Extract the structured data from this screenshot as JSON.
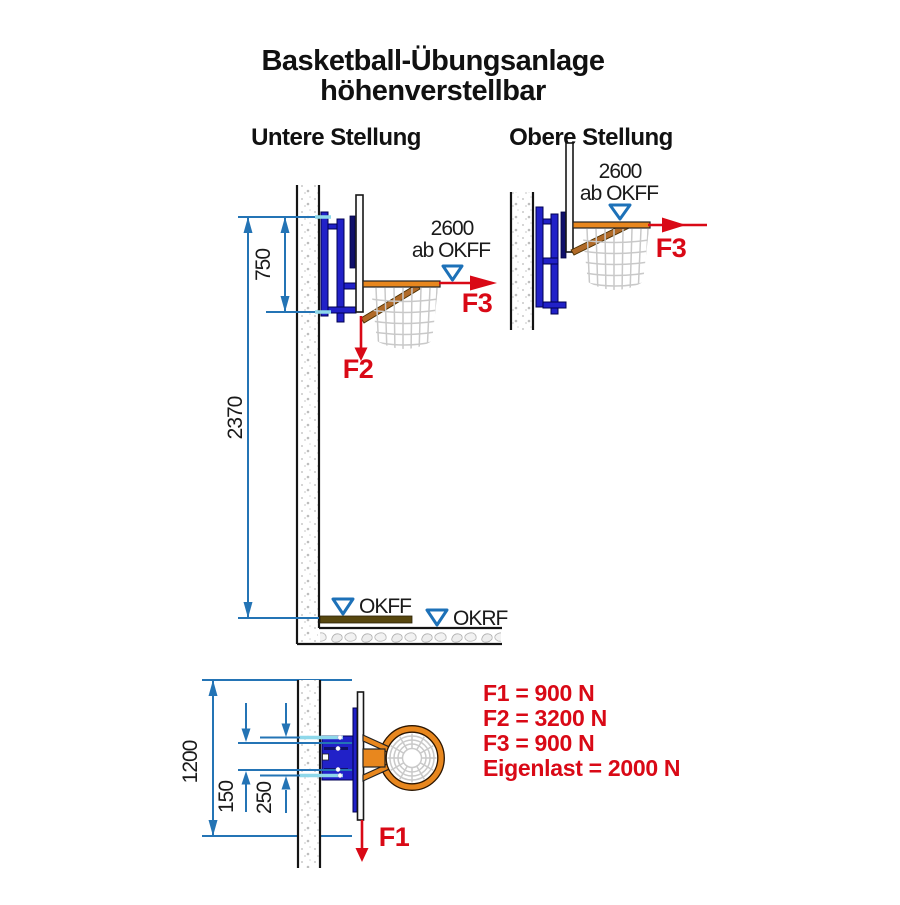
{
  "title": {
    "line1": "Basketball-Übungsanlage",
    "line2": "höhenverstellbar"
  },
  "sections": {
    "lower": "Untere Stellung",
    "upper": "Obere Stellung"
  },
  "annotations": {
    "rim_height_value": "2600",
    "rim_height_ref": "ab OKFF",
    "okff": "OKFF",
    "okrf": "OKRF"
  },
  "dimensions": {
    "adjust_range": "750",
    "mount_height": "2370",
    "plan_width": "1200",
    "bolt_inner": "150",
    "bolt_outer": "250"
  },
  "forces": {
    "f1": "F1",
    "f2": "F2",
    "f3": "F3",
    "values": [
      "F1 = 900 N",
      "F2 = 3200 N",
      "F3 = 900 N",
      "Eigenlast = 2000 N"
    ]
  },
  "colors": {
    "dimension_blue": "#2474b5",
    "highlight_cyan": "#8ed8ea",
    "bracket_blue": "#2121c8",
    "rim_orange": "#e8871e",
    "strut_brown": "#b06a28",
    "force_red": "#d90916",
    "finished_floor_brown": "#57470f",
    "net_gray": "#c9c9c9",
    "level_triangle_blue": "#1d71b8"
  }
}
